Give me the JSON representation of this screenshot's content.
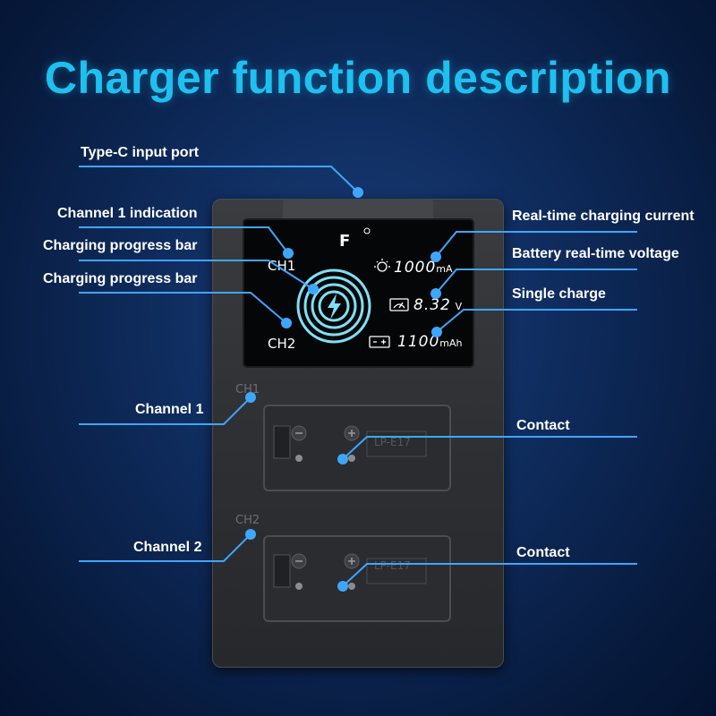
{
  "title": "Charger function description",
  "labels": {
    "type_c": "Type-C input port",
    "ch1_indication": "Channel 1 indication",
    "progress_bar_1": "Charging progress bar",
    "progress_bar_2": "Charging progress bar",
    "current": "Real-time charging current",
    "voltage": "Battery real-time voltage",
    "single_charge": "Single charge",
    "channel1": "Channel 1",
    "channel2": "Channel 2",
    "contact1": "Contact",
    "contact2": "Contact"
  },
  "device": {
    "logo": "F",
    "lcd": {
      "ch1": "CH1",
      "ch2": "CH2",
      "current_value": "1000",
      "current_unit": "mA",
      "voltage_value": "8.32",
      "voltage_unit": "V",
      "capacity_value": "1100",
      "capacity_unit": "mAh"
    },
    "slot_marks": [
      "CH1",
      "CH2"
    ],
    "battery_label": "LP-E17"
  },
  "colors": {
    "accent": "#1ec0f0",
    "line": "#3ea6ff",
    "background": "#0f2c5e",
    "device": "#2e3034"
  }
}
